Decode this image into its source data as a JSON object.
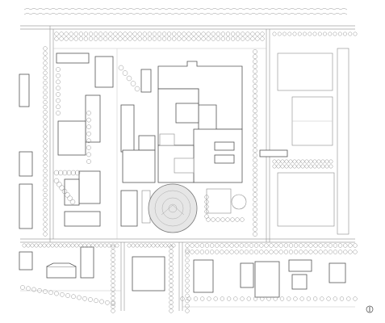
{
  "map": {
    "type": "site-plan",
    "style": "black line drawing on white",
    "north_arrow": {
      "label": ""
    },
    "colors": {
      "background": "#ffffff",
      "building_stroke": "#555555",
      "road_stroke": "#a0a0a0",
      "tree_stroke": "#8c8c8c",
      "dome_fill": "#e6e6e6"
    },
    "features": [
      "road-grid",
      "building-footprints",
      "tree-rows",
      "central-round-dome-building",
      "wavy-hedge-border",
      "north-arrow"
    ]
  }
}
